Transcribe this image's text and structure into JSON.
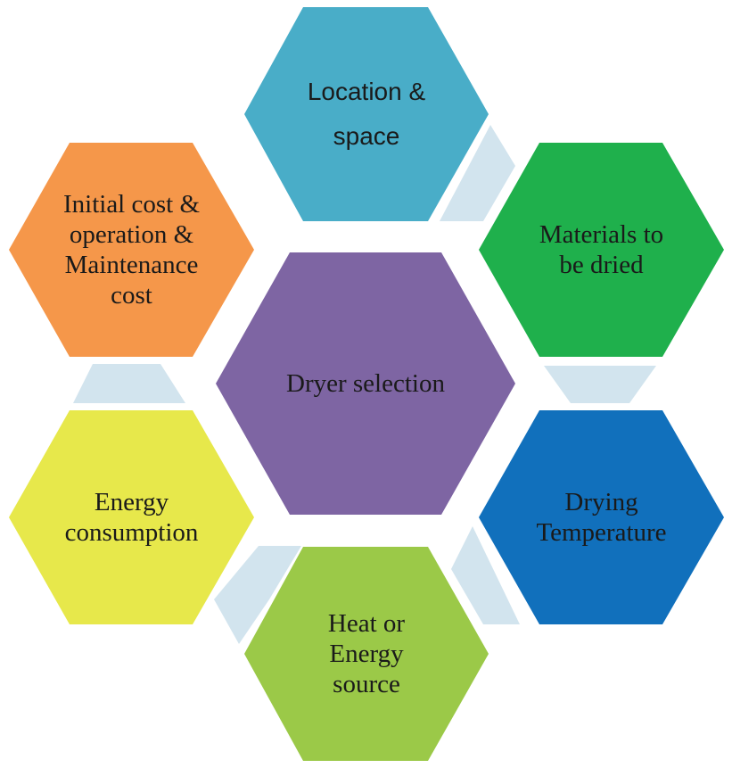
{
  "colors": {
    "center": "#7e65a3",
    "location": "#49adc8",
    "materials": "#1fb04c",
    "temperature": "#1170bc",
    "heat": "#9bc948",
    "energy": "#e7e84b",
    "cost": "#f5974a",
    "connector": "#d2e4ee"
  },
  "nodes": {
    "center": {
      "lines": [
        "Dryer selection"
      ]
    },
    "location": {
      "lines": [
        "Location &",
        "space"
      ]
    },
    "materials": {
      "lines": [
        "Materials to",
        "be dried"
      ]
    },
    "temperature": {
      "lines": [
        "Drying",
        "Temperature"
      ]
    },
    "heat": {
      "lines": [
        "Heat or",
        "Energy",
        "source"
      ]
    },
    "energy": {
      "lines": [
        "Energy",
        "consumption"
      ]
    },
    "cost": {
      "lines": [
        "Initial cost &",
        "operation &",
        "Maintenance",
        "cost"
      ]
    }
  }
}
